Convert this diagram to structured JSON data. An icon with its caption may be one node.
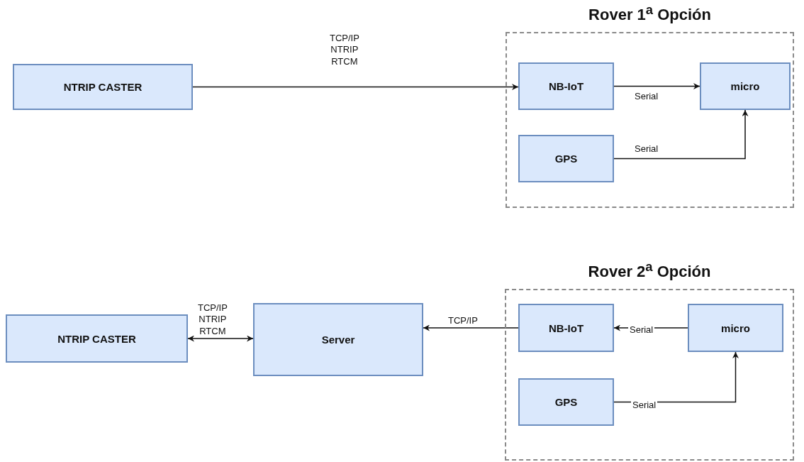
{
  "diagram": {
    "nodes": [
      {
        "text": [
          "NTRIP CASTER"
        ]
      },
      {
        "text": [
          "Rover 1$^{a}$ Opción"
        ]
      },
      {
        "text": [
          "NB-IoT"
        ],
        "in": 1
      },
      {
        "text": [
          "micro"
        ],
        "in": 1
      },
      {
        "text": [
          "GPS"
        ],
        "in": 1
      },
      {
        "text": [
          "NTRIP CASTER"
        ]
      },
      {
        "text": [
          "Server"
        ]
      },
      {
        "text": [
          "Rover 2$^{a}$ Opción"
        ]
      },
      {
        "text": [
          "NB-IoT"
        ],
        "in": 7
      },
      {
        "text": [
          "micro"
        ],
        "in": 7
      },
      {
        "text": [
          "GPS"
        ],
        "in": 7
      }
    ],
    "edges": [
      {
        "from": 0,
        "to": 2,
        "arrow": "to",
        "label": "TCP/IP NTRIP RTCM"
      },
      {
        "from": 2,
        "to": 3,
        "arrow": "to",
        "label": "Serial"
      },
      {
        "from": 4,
        "to": 3,
        "arrow": "to",
        "label": "Serial"
      },
      {
        "from": 5,
        "to": 6,
        "arrow": "both",
        "label": "TCP/IP NTRIP RTCM"
      },
      {
        "from": 8,
        "to": 6,
        "arrow": "to",
        "label": "TCP/IP"
      },
      {
        "from": 9,
        "to": 8,
        "arrow": "to",
        "label": "Serial"
      },
      {
        "from": 10,
        "to": 9,
        "arrow": "to",
        "label": "Serial"
      }
    ]
  }
}
